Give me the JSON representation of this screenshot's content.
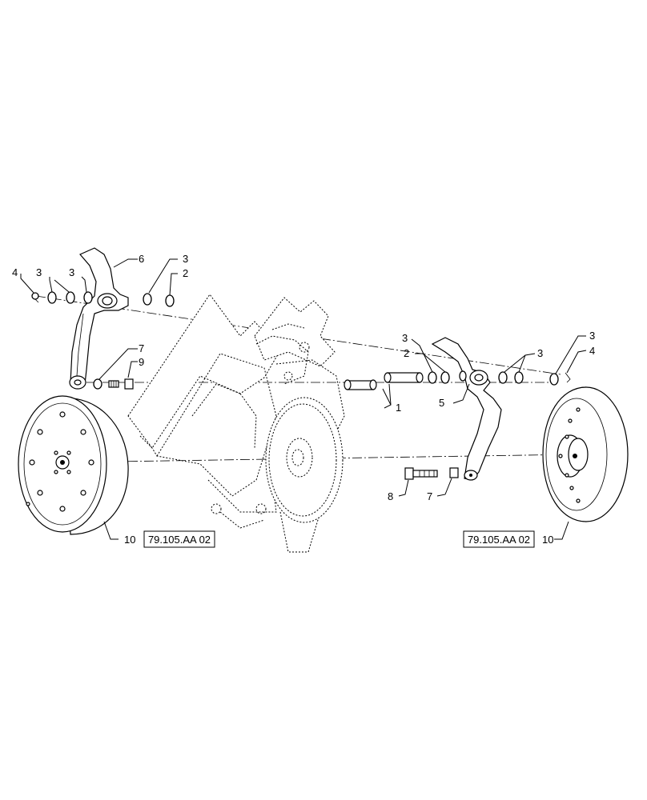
{
  "labels": {
    "n1": "1",
    "n2_left": "2",
    "n2_right": "2",
    "n3_a": "3",
    "n3_b": "3",
    "n3_c": "3",
    "n3_d": "3",
    "n3_e": "3",
    "n3_f": "3",
    "n4_left": "4",
    "n4_right": "4",
    "n5": "5",
    "n6": "6",
    "n7_left": "7",
    "n7_right": "7",
    "n8": "8",
    "n9": "9",
    "n10_left": "10",
    "n10_right": "10"
  },
  "references": {
    "left": "79.105.AA 02",
    "right": "79.105.AA 02"
  }
}
